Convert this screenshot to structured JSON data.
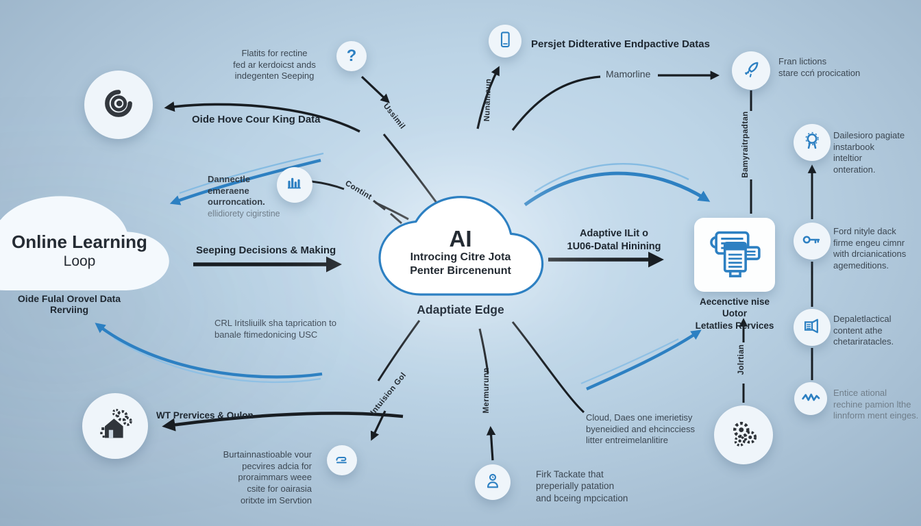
{
  "colors": {
    "accent_blue": "#2d80c2",
    "arrow_black": "#181d22",
    "text_dark": "#1e2730",
    "text_gray": "#707e8a",
    "background_top": "#cde1f1",
    "background_edge": "#97b0c5"
  },
  "clouds": {
    "center": {
      "title": "AI",
      "line1": "Introcing Citre Jota",
      "line2": "Penter Bircenenunt",
      "caption": "Adaptiate Edge"
    },
    "left": {
      "title": "Online Learning",
      "subtitle": "Loop",
      "caption": "Oide Fulal Orovel Data\nRerviing"
    }
  },
  "notes": {
    "top_left": "Flatits for rectine\nfed ar kerdoicst ands\nindegenten Seeping",
    "eye_arrow": "Oide Hove Cour King Data",
    "top_center": "Persjet Didterative Endpactive Datas",
    "mamorline": "Mamorline",
    "rocket": "Fran lictions\nstare ccń procication",
    "badge": "Dailesioro pagiate\ninstarbook\ninteltior\nonteration.",
    "key": "Ford nityle dack\nfirme engeu cimnr\nwith drcianications\nagemeditions.",
    "megaphone": "Depaletlactical\ncontent athe\nchetariratacles.",
    "wave": "Entice ational\nrechine pamion lthe\nlinnform ment einges.",
    "barchart": "Dannectle\nemeraene\nourroncation.",
    "barchart_sub": "ellidiorety cigirstine",
    "decisions": "Seeping Decisions & Making",
    "adaptive": "Adaptive ILit o\n1U06-Datal Hinining",
    "crl": "CRL Iritsliuilk sha taprication to\nbanale ftimedonicing USC",
    "services": "WT Prervices & Oulon",
    "bottom_left": "Burtainnastioable vour\npecvires adcia for\nproraimmars weee\ncsite for oairasia\noritxte im Servtion",
    "person": "Firk Tackate that\npreperially patation\nand bceing mpcication",
    "cloud_gears": "Cloud, Daes one imerietisy\nbyeneidied and ehcincciess\nlitter entreimelanlitire",
    "docs": "Aecenctive nise Uotor\nLetatlies Rervices"
  },
  "rotated": {
    "ussimil": "Ussimil",
    "nunamaun": "Nunamaun",
    "bamy": "Bamyraitrpadtan",
    "contint": "Contint",
    "intuision": "Intuision Gol",
    "mermurunn": "Mermurunn",
    "jolrtian": "Jolrtian"
  },
  "glyphs": {
    "question": "?"
  }
}
